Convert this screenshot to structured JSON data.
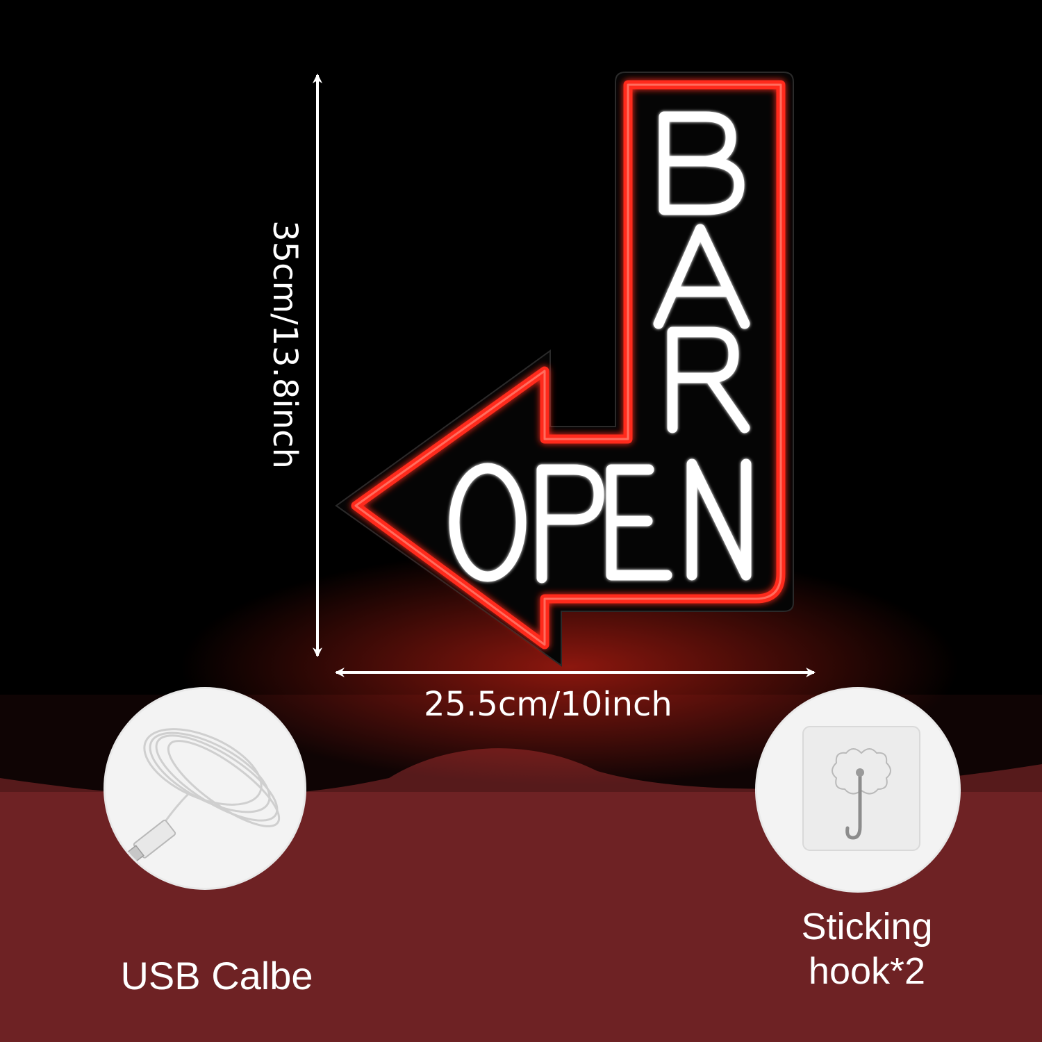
{
  "sign": {
    "word_top": "BAR",
    "word_bottom": "OPEN",
    "frame_color": "#ff2a1a",
    "letter_color": "#ffffff"
  },
  "dimensions": {
    "height_label": "35cm/13.8inch",
    "width_label": "25.5cm/10inch"
  },
  "accessories": [
    {
      "label": "USB Calbe",
      "icon": "usb-cable-photo"
    },
    {
      "label_line1": "Sticking",
      "label_line2": "hook*2",
      "icon": "sticking-hook-photo"
    }
  ],
  "colors": {
    "background_top": "#000000",
    "background_bottom": "#6e2224"
  }
}
